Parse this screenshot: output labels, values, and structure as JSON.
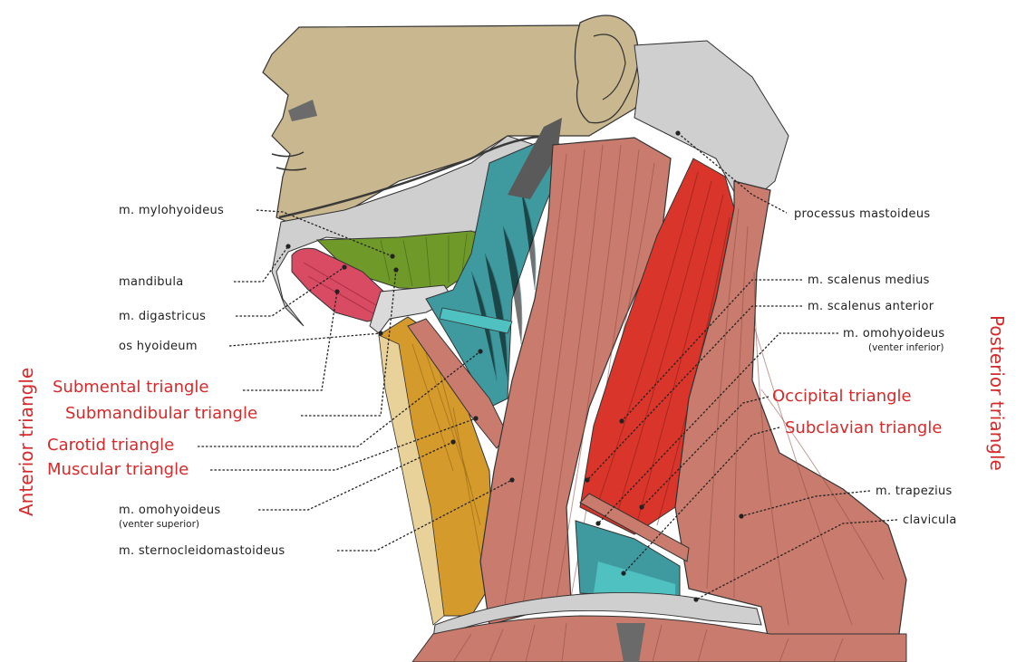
{
  "labels": {
    "mylohyoideus": "m. mylohyoideus",
    "mandibula": "mandibula",
    "digastricus": "m. digastricus",
    "os_hyoideum": "os hyoideum",
    "omohyoideus_sup": "m. omohyoideus",
    "omohyoideus_sup_note": "(venter superior)",
    "sternocleidomastoideus": "m. sternocleidomastoideus",
    "processus_mastoideus": "processus mastoideus",
    "scalenus_medius": "m. scalenus medius",
    "scalenus_anterior": "m. scalenus anterior",
    "omohyoideus_inf": "m. omohyoideus",
    "omohyoideus_inf_note": "(venter inferior)",
    "trapezius": "m. trapezius",
    "clavicula": "clavicula"
  },
  "triangles": {
    "submental": "Submental triangle",
    "submandibular": "Submandibular triangle",
    "carotid": "Carotid triangle",
    "muscular": "Muscular triangle",
    "occipital": "Occipital triangle",
    "subclavian": "Subclavian triangle"
  },
  "side_titles": {
    "anterior": "Anterior triangle",
    "posterior": "Posterior triangle"
  },
  "colors": {
    "skin": "#c9b88f",
    "bone": "#c8c8c8",
    "muscle": "#c97c6e",
    "muscle_dark": "#d9352a",
    "mylohyoid": "#6f9a2a",
    "digastric": "#d94a63",
    "teal": "#3f9aa0",
    "strap": "#d49a2c",
    "label_red": "#d62a2a"
  }
}
